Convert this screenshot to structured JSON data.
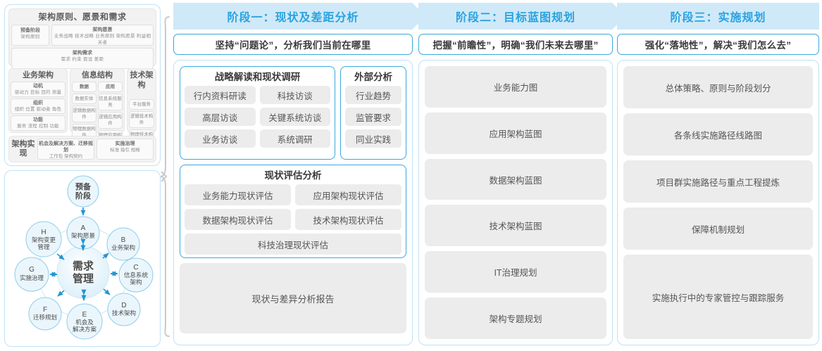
{
  "left_panel": {
    "togaf": {
      "row1": {
        "title": "架构原则、愿景和需求",
        "prep": {
          "t": "预备阶段",
          "s": "架构原则"
        },
        "vision": {
          "t": "架构愿景",
          "s": "业务战略 技术战略 业务原则 架构愿景 利益相关者"
        },
        "requirement": {
          "t": "架构需求",
          "s": "需求   约束   假设   差距"
        }
      },
      "row2": {
        "business": {
          "title": "业务架构",
          "items": [
            {
              "t": "动机",
              "s": "驱动力 目标 目的 测量"
            },
            {
              "t": "组织",
              "s": "组织 位置 驱动者 角色"
            },
            {
              "t": "功能",
              "s": "服务 流程 控制 功能"
            }
          ]
        },
        "information": {
          "title": "信息结构",
          "data_col": [
            "数据",
            "数据实体",
            "逻辑数据构件",
            "物理数据构件"
          ],
          "app_col": [
            "应用",
            "信息系统服务",
            "逻辑应用构件",
            "物理应用构件"
          ]
        },
        "technology": {
          "title": "技术架构",
          "items": [
            "平台服务",
            "逻辑技术构件",
            "物理技术构件"
          ]
        }
      },
      "row3": {
        "label": "架构实现",
        "left": {
          "t": "机会及解决方案、迁移规划",
          "s": "工作包   架构契约"
        },
        "right": {
          "t": "实施治理",
          "s": "标准  指引  规格"
        }
      }
    },
    "adm_cycle": {
      "center": "需求管理",
      "preliminary": "预备阶段",
      "nodes": [
        {
          "key": "A",
          "label": "架构愿景"
        },
        {
          "key": "B",
          "label": "业务架构"
        },
        {
          "key": "C",
          "label": "信息系统架构"
        },
        {
          "key": "D",
          "label": "技术架构"
        },
        {
          "key": "E",
          "label": "机会及解决方案"
        },
        {
          "key": "F",
          "label": "迁移规划"
        },
        {
          "key": "G",
          "label": "实施治理"
        },
        {
          "key": "H",
          "label": "架构变更管理"
        }
      ]
    }
  },
  "phases": [
    {
      "banner": "阶段一：现状及差距分析",
      "subtitle": "坚持“问题论”，分析我们当前在哪里",
      "strategy": {
        "title": "战略解读和现状调研",
        "rows": [
          [
            "行内资料研读",
            "科技访谈"
          ],
          [
            "高层访谈",
            "关键系统访谈"
          ],
          [
            "业务访谈",
            "系统调研"
          ]
        ]
      },
      "external": {
        "title": "外部分析",
        "items": [
          "行业趋势",
          "监管要求",
          "同业实践"
        ]
      },
      "assessment": {
        "title": "现状评估分析",
        "rows": [
          [
            "业务能力现状评估",
            "应用架构现状评估"
          ],
          [
            "数据架构现状评估",
            "技术架构现状评估"
          ]
        ],
        "full": "科技治理现状评估"
      },
      "report": "现状与差异分析报告"
    },
    {
      "banner": "阶段二：目标蓝图规划",
      "subtitle": "把握“前瞻性”，明确“我们未来去哪里”",
      "items": [
        "业务能力图",
        "应用架构蓝图",
        "数据架构蓝图",
        "技术架构蓝图",
        "IT治理规划",
        "架构专题规划"
      ]
    },
    {
      "banner": "阶段三：实施规划",
      "subtitle": "强化“落地性”，解决“我们怎么去”",
      "items": [
        "总体策略、原则与阶段划分",
        "各条线实施路径线路图",
        "项目群实施路径与重点工程提炼",
        "保障机制规划",
        "实施执行中的专家管控与跟踪服务"
      ]
    }
  ],
  "colors": {
    "banner_bg": "#cfe9f8",
    "banner_text": "#29a3e0",
    "accent_border": "#3aa8dd",
    "panel_border": "#bfe2f5",
    "pill_bg": "#ececec",
    "pill_text": "#555555",
    "node_fill": "#eaf6fc",
    "node_stroke": "#7ec6e8",
    "arrow": "#2196d3"
  }
}
